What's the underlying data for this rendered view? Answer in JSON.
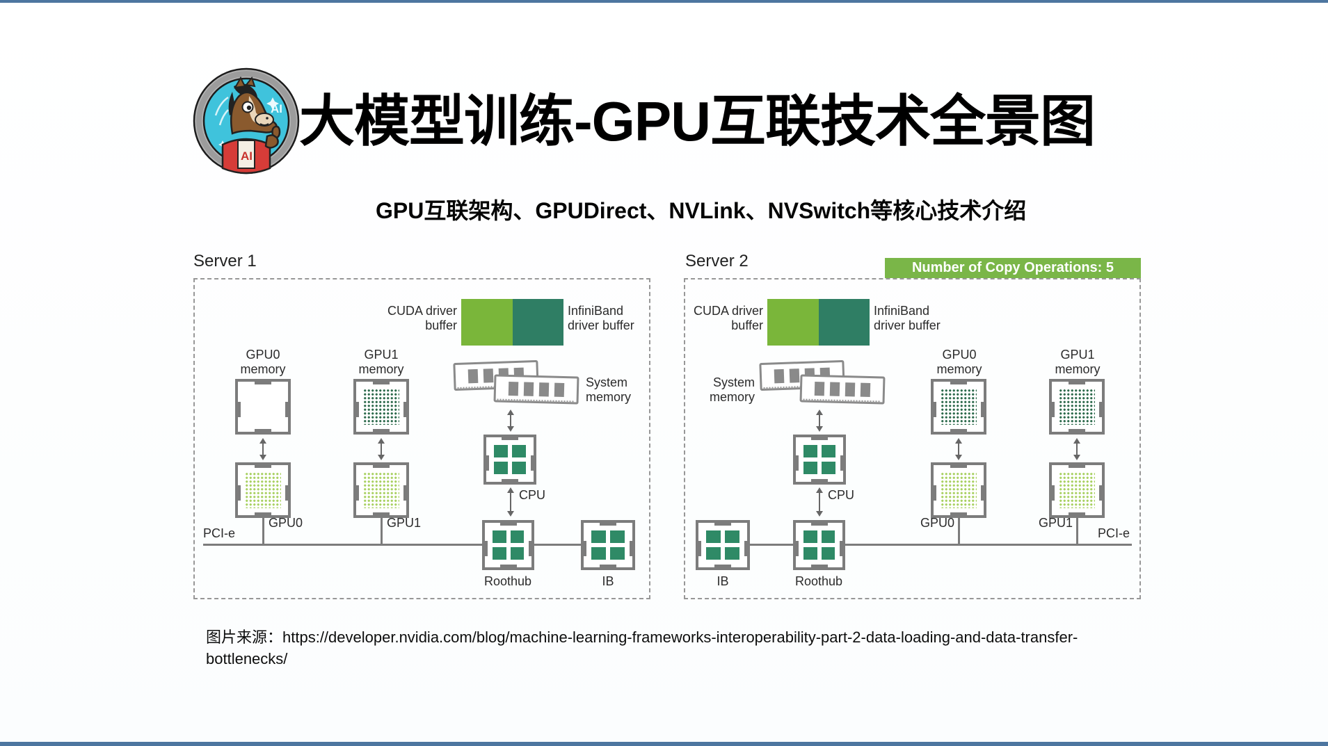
{
  "header": {
    "title": "大模型训练-GPU互联技术全景图",
    "subtitle": "GPU互联架构、GPUDirect、NVLink、NVSwitch等核心技术介绍",
    "logo_badge_text": "AI",
    "logo_shirt_text": "AI"
  },
  "annotation": {
    "copy_ops_label": "Number of Copy Operations: 5"
  },
  "servers": {
    "s1_name": "Server 1",
    "s2_name": "Server 2"
  },
  "labels": {
    "cuda_buffer_line1": "CUDA driver",
    "cuda_buffer_line2": "buffer",
    "infiniband_line1": "InfiniBand",
    "infiniband_line2": "driver buffer",
    "system_memory_line1": "System",
    "system_memory_line2": "memory",
    "gpu0": "GPU0",
    "gpu1": "GPU1",
    "memory": "memory",
    "cpu": "CPU",
    "roothub": "Roothub",
    "ib": "IB",
    "pcie": "PCI-e"
  },
  "source": {
    "prefix": "图片来源：",
    "url": "https://developer.nvidia.com/blog/machine-learning-frameworks-interoperability-part-2-data-loading-and-data-transfer-bottlenecks/"
  },
  "colors": {
    "buffer_light_green": "#7ab63a",
    "buffer_dark_green": "#2f7e64",
    "chip_quad_green": "#2f8a66",
    "memory_dark_dots": "#2e6b4d",
    "gpu_light_dots": "#a9d162",
    "badge_green": "#7ab648",
    "frame_blue": "#4d76a0",
    "chip_border_grey": "#7c7c7c"
  }
}
